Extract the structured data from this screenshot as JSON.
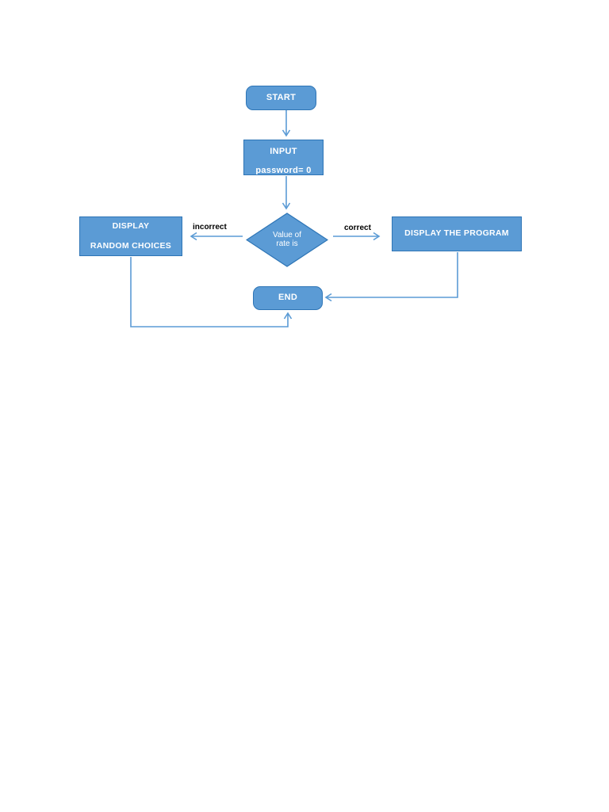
{
  "diagram": {
    "type": "flowchart",
    "title": "Password validation flowchart",
    "colors": {
      "node_fill": "#5b9bd5",
      "node_border": "#2e75b6",
      "connector": "#5b9bd5",
      "node_text": "#ffffff",
      "label_text": "#000000",
      "background": "#ffffff"
    },
    "nodes": {
      "start": {
        "label": "START",
        "shape": "terminator"
      },
      "input": {
        "line1": "INPUT",
        "line2": "password= 0",
        "shape": "process",
        "note": "second line clipped by shape bottom edge"
      },
      "decision": {
        "line1": "Value of",
        "line2": "rate is",
        "shape": "decision"
      },
      "random_choices": {
        "line1": "DISPLAY",
        "line2": "RANDOM CHOICES",
        "shape": "process"
      },
      "display_program": {
        "line1": "DISPLAY THE PROGRAM",
        "shape": "process"
      },
      "end": {
        "label": "END",
        "shape": "terminator"
      }
    },
    "edge_labels": {
      "incorrect": "incorrect",
      "correct": "correct"
    }
  }
}
